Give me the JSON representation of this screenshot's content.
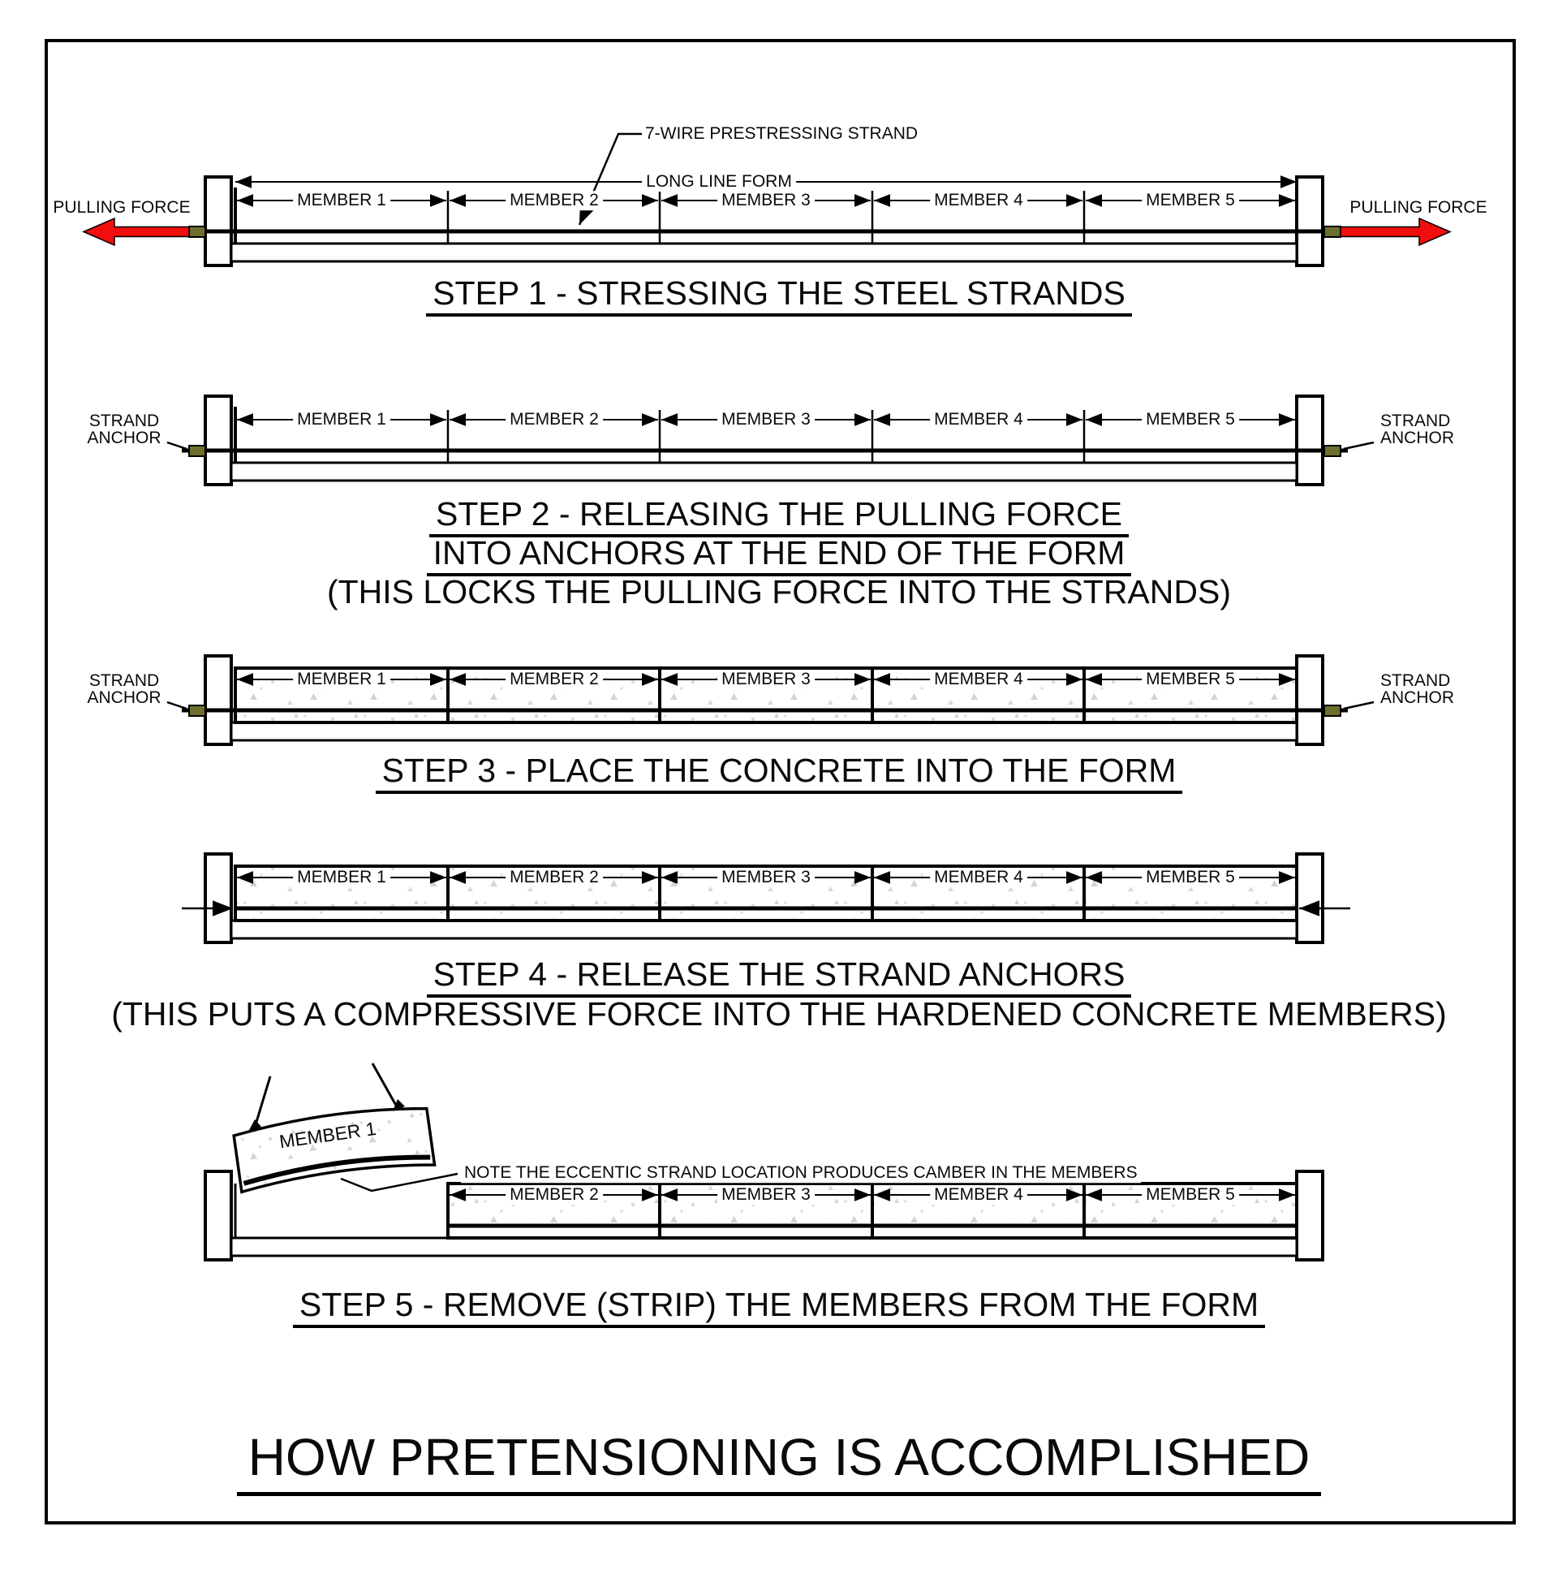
{
  "main_title": "HOW PRETENSIONING IS ACCOMPLISHED",
  "labels": {
    "pulling_force": "PULLING FORCE",
    "strand_anchor_line1": "STRAND",
    "strand_anchor_line2": "ANCHOR",
    "seven_wire_strand": "7-WIRE PRESTRESSING STRAND",
    "long_line_form": "LONG LINE FORM",
    "camber_note": "NOTE THE ECCENTIC STRAND LOCATION PRODUCES CAMBER IN THE MEMBERS"
  },
  "member_labels": [
    "MEMBER 1",
    "MEMBER 2",
    "MEMBER 3",
    "MEMBER 4",
    "MEMBER 5"
  ],
  "steps": [
    {
      "title": "STEP 1 - STRESSING THE STEEL STRANDS"
    },
    {
      "title_line1": "STEP 2 - RELEASING THE PULLING FORCE",
      "title_line2": "INTO ANCHORS AT THE END OF THE FORM",
      "title_line3": "(THIS LOCKS THE PULLING FORCE INTO THE STRANDS)"
    },
    {
      "title": "STEP 3 - PLACE THE CONCRETE INTO THE FORM"
    },
    {
      "title_line1": "STEP 4 - RELEASE THE STRAND ANCHORS",
      "title_line2": "(THIS PUTS A COMPRESSIVE FORCE INTO THE HARDENED CONCRETE MEMBERS)"
    },
    {
      "title": "STEP 5 - REMOVE (STRIP) THE MEMBERS FROM THE FORM"
    }
  ],
  "colors": {
    "arrow_red": "#f10e0e",
    "arrow_red_edge": "#8a0000",
    "anchor_olive": "#6e6e2e",
    "concrete_speckle": "#d4d4d4",
    "line_black": "#000000"
  }
}
